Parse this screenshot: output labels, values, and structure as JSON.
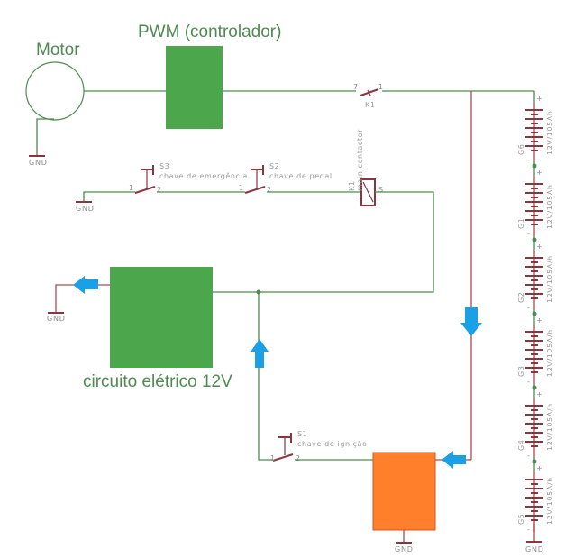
{
  "diagram": {
    "labels": {
      "motor": "Motor",
      "pwm": "PWM (controlador)",
      "circuit": "circuito elétrico 12V"
    },
    "gnd_label": "GND",
    "switches": [
      {
        "ref": "S3",
        "desc": "chave de emergência",
        "pin1": "1",
        "pin2": "2"
      },
      {
        "ref": "S2",
        "desc": "chave de pedal",
        "pin1": "1",
        "pin2": "2"
      },
      {
        "ref": "S1",
        "desc": "chave de ignição",
        "pin1": "1",
        "pin2": "2"
      }
    ],
    "relay": {
      "contact_ref": "K1",
      "contact_pin_left": "7",
      "contact_pin_right": "1",
      "coil_ref": "K1",
      "coil_desc": "main contactor",
      "coil_pin": "S",
      "coil_plus": "+",
      "coil_minus": "-"
    },
    "batteries": [
      {
        "ref": "G6",
        "rating": "12V/105Ah"
      },
      {
        "ref": "G1",
        "rating": "12V/105Ah"
      },
      {
        "ref": "G2",
        "rating": "12V/105A/h"
      },
      {
        "ref": "G3",
        "rating": "12V/105A/h"
      },
      {
        "ref": "G4",
        "rating": "12V/105A/h"
      },
      {
        "ref": "G5",
        "rating": "12V/105A/h"
      }
    ],
    "polarity": {
      "plus": "+",
      "minus": "-"
    },
    "colors": {
      "wire_green": "#4e8a52",
      "wire_red": "#b0474e",
      "block_green": "#4ca64c",
      "block_orange": "#ff7f2a",
      "arrow_blue": "#1aa0e6"
    }
  }
}
